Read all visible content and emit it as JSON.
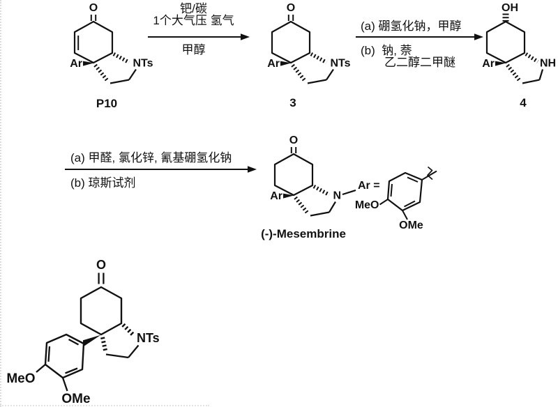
{
  "scheme": {
    "colors": {
      "ink": "#111111",
      "background": "#ffffff"
    },
    "step1": {
      "above": [
        "钯/碳",
        "1个大气压 氢气"
      ],
      "below": [
        "甲醇"
      ]
    },
    "step2": {
      "above": [
        "(a) 硼氢化钠，甲醇"
      ],
      "below": [
        "(b)  钠, 萘",
        "乙二醇二甲醚"
      ]
    },
    "step3": {
      "above": [
        "(a) 甲醛, 氯化锌, 氰基硼氢化钠"
      ],
      "below": [
        "(b) 琼斯试剂"
      ]
    },
    "compounds": {
      "p10": {
        "label": "P10",
        "carbonyl": "O",
        "aryl": "Ar",
        "amine": "NTs"
      },
      "c3": {
        "label": "3",
        "carbonyl": "O",
        "aryl": "Ar",
        "amine": "NTs"
      },
      "c4": {
        "label": "4",
        "hydroxyl": "OH",
        "aryl": "Ar",
        "amine": "NH"
      },
      "mesembrine": {
        "label": "(-)-Mesembrine",
        "carbonyl": "O",
        "aryl": "Ar",
        "amine": "N"
      },
      "ar_definition": {
        "label": "Ar =",
        "methoxy_left": "MeO",
        "methoxy_bottom": "OMe"
      },
      "full_structure": {
        "carbonyl": "O",
        "amine": "NTs",
        "methoxy_left": "MeO",
        "methoxy_bottom": "OMe"
      }
    }
  }
}
